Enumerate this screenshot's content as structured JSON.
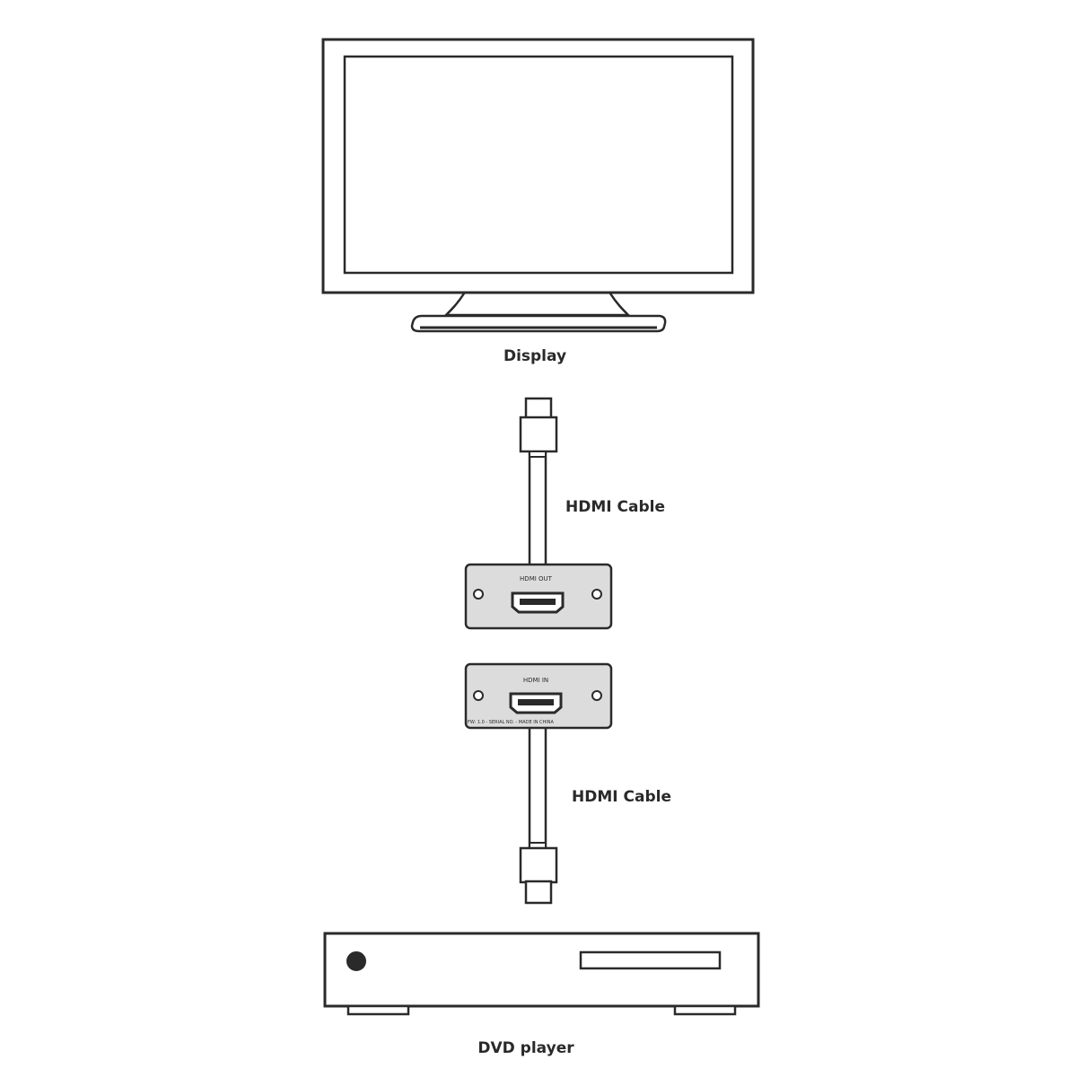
{
  "labels": {
    "display": "Display",
    "hdmi_cable_top": "HDMI Cable",
    "hdmi_cable_bottom": "HDMI Cable",
    "dvd_player": "DVD player"
  },
  "panels": {
    "top_port_label": "HDMI OUT",
    "bottom_port_label": "HDMI IN",
    "bottom_fine_print": "FW: 1.0 - SERIAL NO. - MADE IN CHINA"
  },
  "colors": {
    "stroke": "#2a2a2a",
    "panel_fill": "#dcdcdc",
    "background": "#ffffff"
  }
}
